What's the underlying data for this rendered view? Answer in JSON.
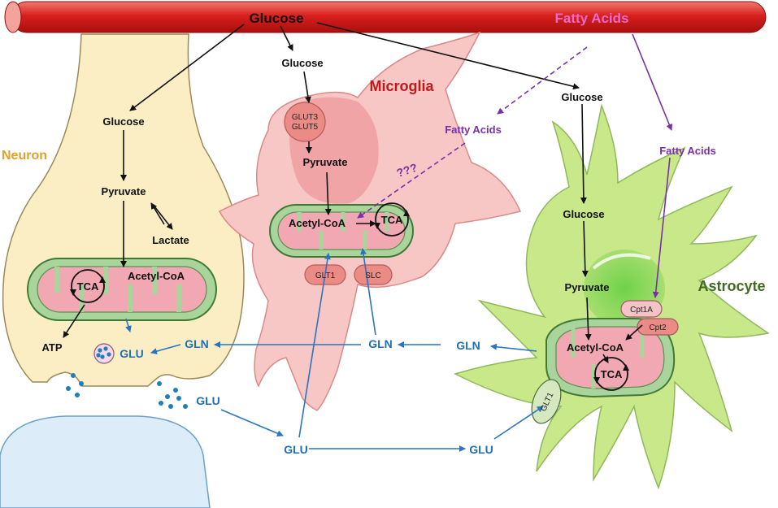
{
  "top_vessel": {
    "glucose": "Glucose",
    "fatty_acids": "Fatty Acids"
  },
  "neuron": {
    "title": "Neuron",
    "glucose": "Glucose",
    "pyruvate": "Pyruvate",
    "lactate": "Lactate",
    "acetyl_coa": "Acetyl-CoA",
    "tca": "TCA",
    "atp": "ATP",
    "glu": "GLU",
    "gln": "GLN"
  },
  "microglia": {
    "title": "Microglia",
    "glucose": "Glucose",
    "glut_line1": "GLUT3",
    "glut_line2": "GLUT5",
    "pyruvate": "Pyruvate",
    "acetyl_coa": "Acetyl-CoA",
    "tca": "TCA",
    "fatty_acids": "Fatty Acids",
    "unknown": "???",
    "glt1": "GLT1",
    "slc": "SLC",
    "gln": "GLN"
  },
  "astrocyte": {
    "title": "Astrocyte",
    "glucose_1": "Glucose",
    "glucose_2": "Glucose",
    "fatty_acids": "Fatty Acids",
    "pyruvate": "Pyruvate",
    "cpt1a": "Cpt1A",
    "cpt2": "Cpt2",
    "acetyl_coa": "Acetyl-CoA",
    "tca": "TCA",
    "glt1": "GLT1",
    "gln": "GLN"
  },
  "extracellular": {
    "glu_synapse": "GLU",
    "glu_center": "GLU",
    "glu_right": "GLU"
  },
  "colors": {
    "vessel": "#d8201e",
    "neuron_fill": "#fbeec4",
    "microglia_fill": "#f7c7c5",
    "astrocyte_fill": "#c9e88a",
    "mito_fill": "#a9d49c",
    "mito_inner": "#f2a8b2",
    "glu_blue": "#1f6fb8",
    "fatty_purple": "#7a2fa8",
    "neuron_label": "#e3a024",
    "microglia_label": "#c0191c",
    "astrocyte_label": "#3f6b22"
  }
}
